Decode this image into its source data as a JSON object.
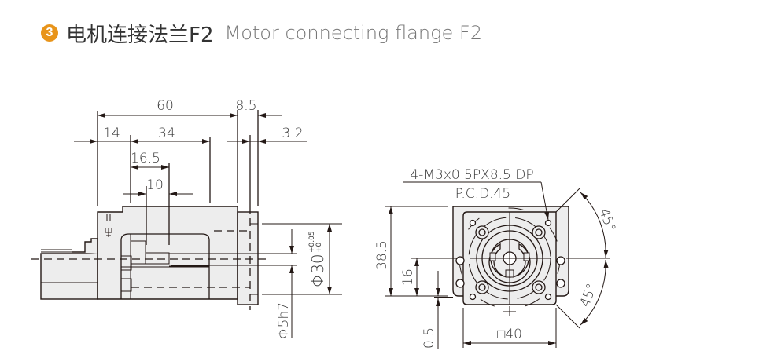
{
  "title": {
    "badge_number": "3",
    "badge_color": "#e8941a",
    "chinese": "电机连接法兰F2",
    "english": "Motor connecting flange F2"
  },
  "side_view": {
    "dimensions": {
      "overall_length": "60",
      "flange_thickness": "8.5",
      "offset_14": "14",
      "length_34": "34",
      "recess": "3.2",
      "shaft_depth": "16.5",
      "shaft_inner": "10",
      "bore_diameter": "Φ30",
      "bore_tol_upper": "+0.05",
      "bore_tol_lower": "+0",
      "shaft_diameter": "Φ5h7"
    }
  },
  "front_view": {
    "callout_thread": "4-M3x0.5PX8.5 DP",
    "callout_pcd": "P.C.D.45",
    "dimensions": {
      "height_total": "38.5",
      "center_height": "16",
      "base_offset": "0.5",
      "square": "□40",
      "angle_upper": "45°",
      "angle_lower": "45°"
    }
  }
}
